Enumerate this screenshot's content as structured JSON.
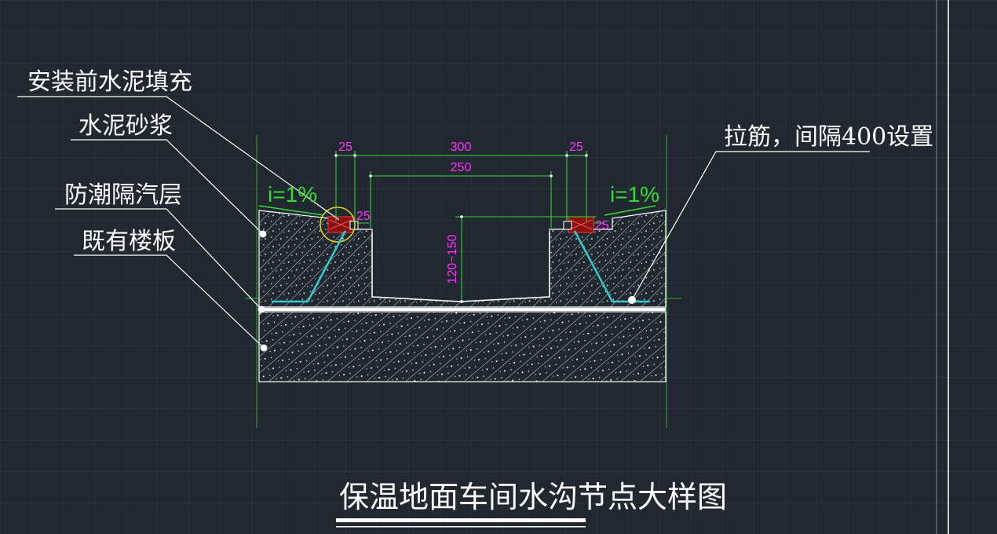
{
  "title": "保温地面车间水沟节点大样图",
  "labels": {
    "cement_fill": "安装前水泥填充",
    "cement_mortar": "水泥砂浆",
    "vapor_barrier": "防潮隔汽层",
    "existing_slab": "既有楼板",
    "tie_bar": "拉筋，间隔400设置"
  },
  "dimensions": {
    "edge_left": "25",
    "channel_outer": "300",
    "edge_right": "25",
    "channel_inner": "250",
    "small_left": "25",
    "small_right": "25",
    "depth": "120~150"
  },
  "slopes": {
    "left": "i=1%",
    "right": "i=1%"
  },
  "colors": {
    "background": "#212830",
    "grid": "#2e3640",
    "dimension_text": "#ff33ff",
    "dimension_line": "#33dd33",
    "outline": "#ffffff",
    "rebar": "#33cccc",
    "highlight_circle": "#e6d21e",
    "anchor_block": "#cc1a1a"
  }
}
